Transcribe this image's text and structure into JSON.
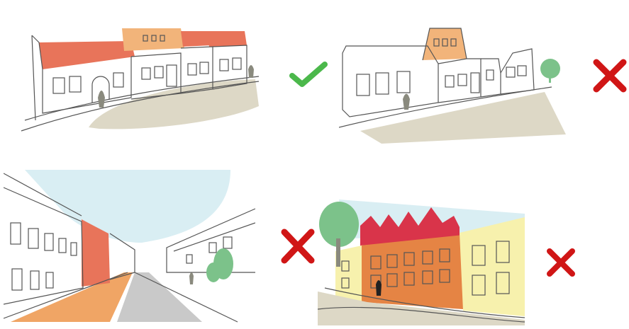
{
  "panels": [
    {
      "verdict": "correct",
      "icon": "check-icon",
      "color": "#4bb84b"
    },
    {
      "verdict": "incorrect",
      "icon": "cross-icon",
      "color": "#d01616"
    },
    {
      "verdict": "incorrect",
      "icon": "cross-icon",
      "color": "#d01616"
    },
    {
      "verdict": "incorrect",
      "icon": "cross-icon",
      "color": "#d01616"
    }
  ],
  "colors": {
    "roof_red": "#e8745a",
    "roof_orange": "#f2b47a",
    "ground": "#ddd8c6",
    "sky": "#d9eef3",
    "tree": "#7cc28a",
    "brick": "#e58444",
    "accent_red": "#d9344a",
    "yellow_facade": "#f7f1ad",
    "road": "#c9c9c9",
    "sidewalk": "#f0a565"
  }
}
